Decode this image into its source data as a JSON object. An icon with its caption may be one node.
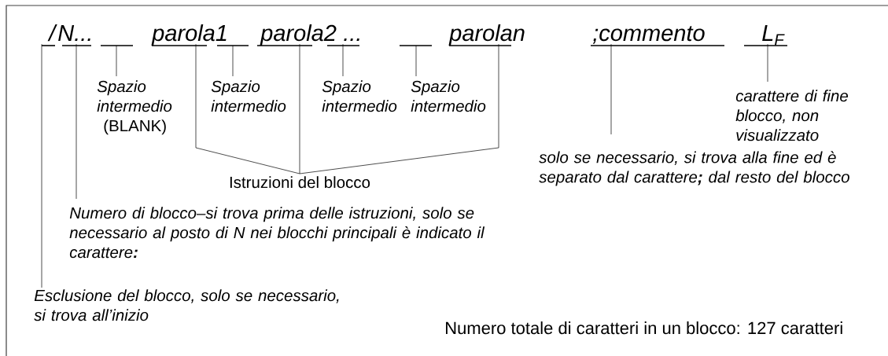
{
  "diagram": {
    "nodes": [
      {
        "text": [
          "/"
        ]
      },
      {
        "text": [
          "N..."
        ]
      },
      {
        "text": [],
        "shape": "bar"
      },
      {
        "text": [
          "parola1"
        ]
      },
      {
        "text": [],
        "shape": "bar"
      },
      {
        "text": [
          "parola2"
        ]
      },
      {
        "text": [
          "..."
        ]
      },
      {
        "text": [],
        "shape": "bar"
      },
      {
        "text": [
          "parolan"
        ]
      },
      {
        "text": [
          ";commento"
        ]
      },
      {
        "text": [
          "L$_{F}$"
        ]
      },
      {
        "text": [
          "Spazio intermedio",
          "(BLANK)"
        ]
      },
      {
        "text": [
          "Spazio intermedio"
        ]
      },
      {
        "text": [
          "Spazio intermedio"
        ]
      },
      {
        "text": [
          "Spazio intermedio"
        ]
      },
      {
        "text": [
          "Istruzioni del blocco"
        ]
      },
      {
        "text": [
          "Numero di blocco–si trova prima delle istruzioni, solo se necessario al posto di N nei blocchi principali è indicato il carattere**:**"
        ]
      },
      {
        "text": [
          "Esclusione del blocco, solo se necessario, si trova all’inizio"
        ]
      },
      {
        "text": [
          "solo se necessario, si trova alla fine ed è separato dal carattere**;** dal resto del blocco"
        ]
      },
      {
        "text": [
          "carattere di fine blocco, non visualizzato"
        ]
      }
    ],
    "edges": [
      {
        "from": 17,
        "to": 0,
        "arrow": "none"
      },
      {
        "from": 16,
        "to": 1,
        "arrow": "none"
      },
      {
        "from": 11,
        "to": 2,
        "arrow": "none"
      },
      {
        "from": 12,
        "to": 4,
        "arrow": "none"
      },
      {
        "from": 13,
        "to": 6,
        "arrow": "none"
      },
      {
        "from": 14,
        "to": 7,
        "arrow": "none"
      },
      {
        "from": 15,
        "to": 3,
        "arrow": "none"
      },
      {
        "from": 15,
        "to": 5,
        "arrow": "none"
      },
      {
        "from": 15,
        "to": 8,
        "arrow": "none"
      },
      {
        "from": 18,
        "to": 9,
        "arrow": "none"
      },
      {
        "from": 19,
        "to": 10,
        "arrow": "none"
      }
    ],
    "labels": [
      "Numero totale di caratteri in un blocco: 127 caratteri"
    ]
  }
}
